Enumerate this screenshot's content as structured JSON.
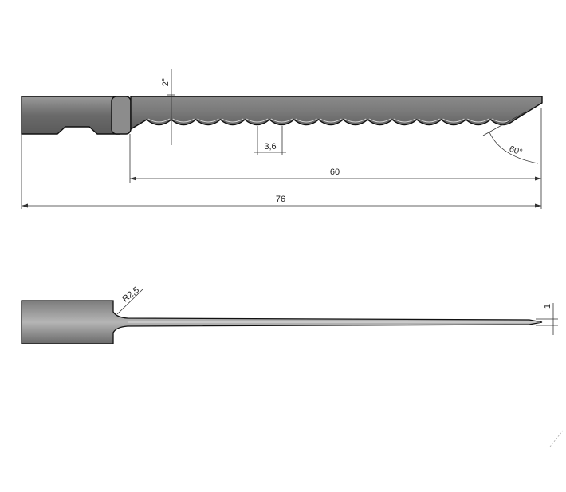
{
  "top_view": {
    "dim_overall": "76",
    "dim_serrated": "60",
    "dim_pitch": "3,6",
    "dim_angle_tip": "60°",
    "dim_angle_top": "2°"
  },
  "side_view": {
    "dim_radius": "R2,5",
    "dim_thickness": "1"
  },
  "colors": {
    "steel_dark": "#6f6f6f",
    "steel_light": "#a9a9a9",
    "line": "#333333"
  },
  "icons": [
    "blade-top-view",
    "blade-side-view"
  ]
}
